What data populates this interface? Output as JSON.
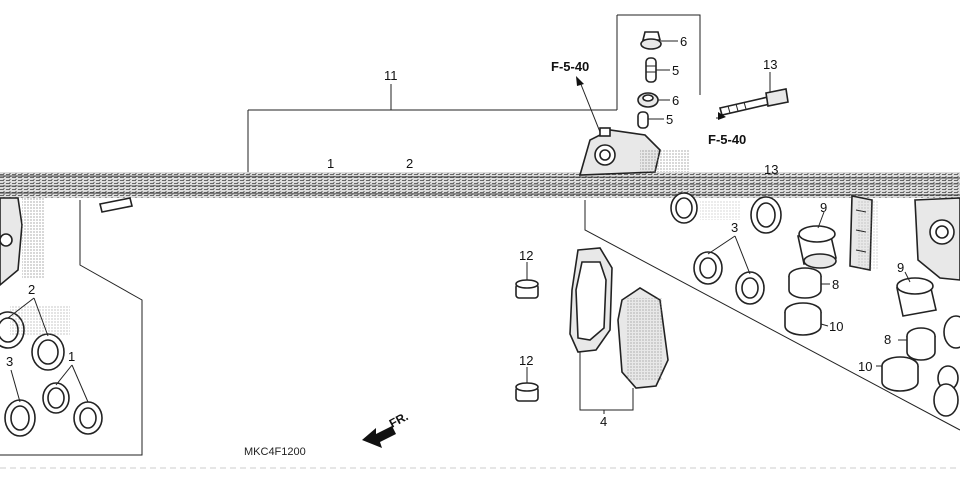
{
  "diagram": {
    "figure_code": "MKC4F1200",
    "direction_label": "FR.",
    "ref_labels": [
      "F-5-40",
      "F-5-40"
    ],
    "callouts": {
      "c11": "11",
      "c1_top": "1",
      "c2_top": "2",
      "c13_a": "13",
      "c13_b": "13",
      "c6_a": "6",
      "c5_a": "5",
      "c6_b": "6",
      "c5_b": "5",
      "c2_left": "2",
      "c3_left": "3",
      "c1_left": "1",
      "c3_right": "3",
      "c9_a": "9",
      "c8_a": "8",
      "c10_a": "10",
      "c9_b": "9",
      "c8_b": "8",
      "c10_b": "10",
      "c12_a": "12",
      "c12_b": "12",
      "c4": "4"
    }
  }
}
